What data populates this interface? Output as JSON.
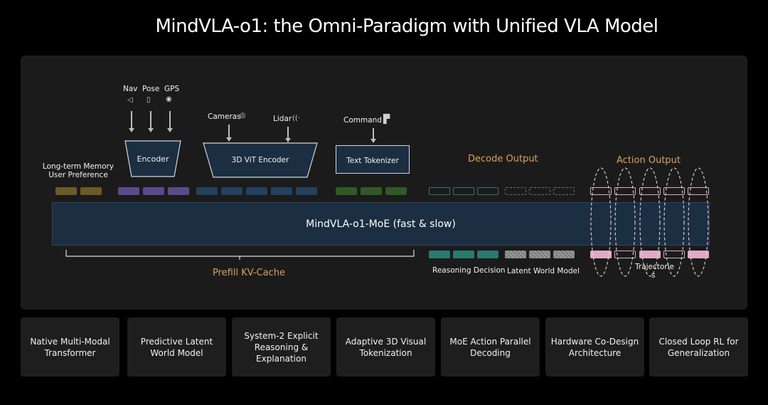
{
  "title": "MindVLA-o1: the Omni-Paradigm with Unified VLA Model",
  "inputs": {
    "nav": "Nav",
    "pose": "Pose",
    "gps": "GPS",
    "cameras": "Cameras",
    "lidar": "Lidar",
    "command": "Command"
  },
  "blocks": {
    "encoder": "Encoder",
    "vit_encoder": "3D ViT Encoder",
    "text_tokenizer": "Text Tokenizer",
    "memory_line1": "Long-term Memory",
    "memory_line2": "User Preference"
  },
  "outputs": {
    "decode": "Decode Output",
    "action": "Action Output",
    "reasoning": "Reasoning Decision",
    "latent_world": "Latent World Model",
    "trajectories_line1": "Trajectorie",
    "trajectories_line2": "s"
  },
  "model": {
    "name": "MindVLA-o1-MoE (fast & slow)"
  },
  "prefill": "Prefill KV-Cache",
  "features": [
    "Native Multi-Modal Transformer",
    "Predictive Latent World Model",
    "System-2 Explicit Reasoning & Explanation",
    "Adaptive 3D Visual Tokenization",
    "MoE Action Parallel Decoding",
    "Hardware Co-Design Architecture",
    "Closed Loop RL for Generalization"
  ],
  "colors": {
    "memory_token": "#6e5a26",
    "encoder_token": "#5a4a8c",
    "vit_token": "#22415f",
    "text_token": "#2f5a25",
    "reasoning_token": "#2a7a72",
    "latent_token": "#8a8a8a",
    "action_token": "#e2a8c6",
    "accent_orange": "#d9a25a",
    "model_fill": "#1c2e41"
  },
  "icons": [
    "navigation-arrow-icon",
    "pose-icon",
    "gps-eye-icon",
    "camera-icon",
    "lidar-icon",
    "command-icon"
  ]
}
